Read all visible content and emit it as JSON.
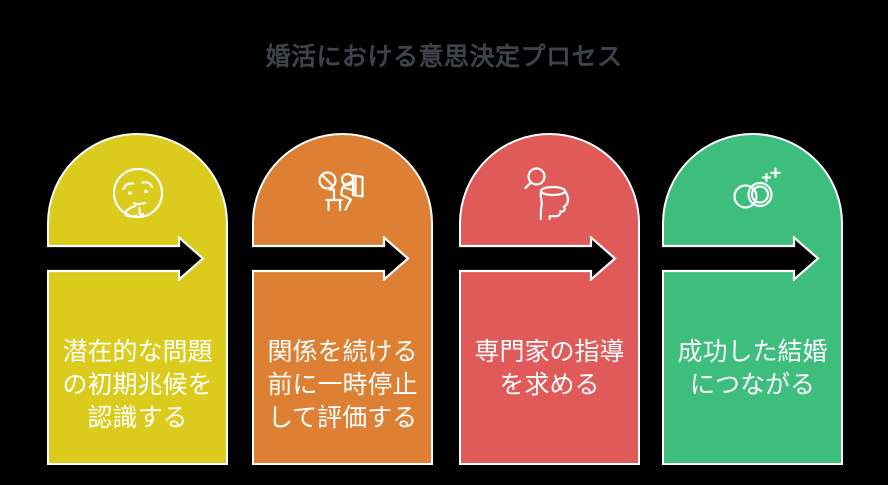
{
  "title": "婚活における意思決定プロセス",
  "colors": {
    "background": "#000000",
    "title_text": "#3F424A",
    "label_text": "#FFFFFF",
    "outline": "#FFFFFF",
    "arrow_fill": "#000000"
  },
  "steps": [
    {
      "name": "recognize-early-signs",
      "icon": "thinking-face-icon",
      "color": "#DACB1C",
      "lines": [
        "潜在的な問題",
        "の初期兆候を",
        "認識する"
      ]
    },
    {
      "name": "pause-and-evaluate",
      "icon": "prohibition-reading-person-icon",
      "color": "#DD8033",
      "lines": [
        "関係を続ける",
        "前に一時停止",
        "して評価する"
      ]
    },
    {
      "name": "seek-professional-guidance",
      "icon": "mind-magnifier-icon",
      "color": "#E15A5A",
      "lines": [
        "専門家の指導",
        "を求める"
      ]
    },
    {
      "name": "successful-marriage",
      "icon": "wedding-rings-icon",
      "color": "#3EBE7D",
      "lines": [
        "成功した結婚",
        "につながる"
      ]
    }
  ]
}
